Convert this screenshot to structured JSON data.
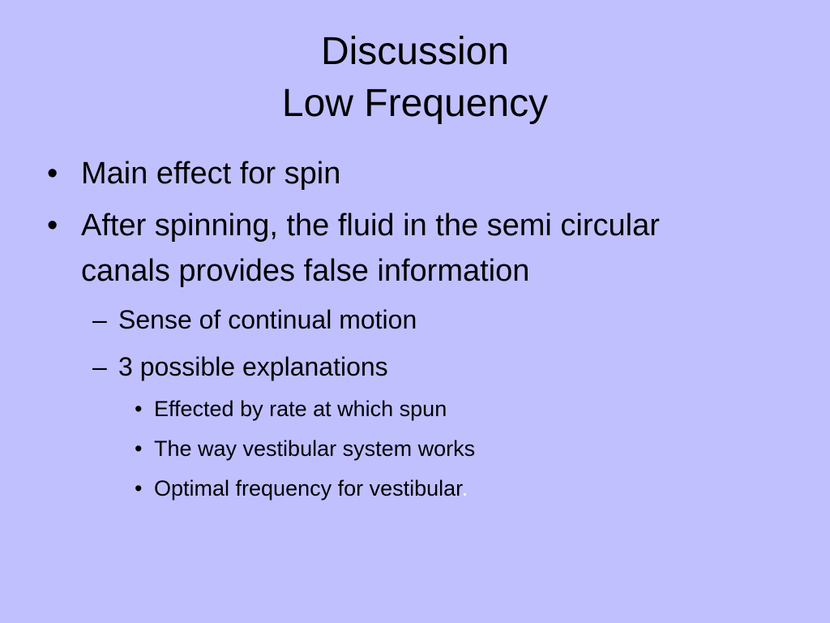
{
  "slide": {
    "title_line1": "Discussion",
    "title_line2": "Low Frequency",
    "bullet_marker": "•",
    "dash_marker": "–",
    "bullets": [
      {
        "text": "Main effect for spin"
      },
      {
        "text_line1": "After spinning, the fluid in the semi circular",
        "text_line2": "canals provides false information"
      }
    ],
    "sub_bullets": [
      {
        "text": "Sense of continual motion"
      },
      {
        "text": "3 possible explanations"
      }
    ],
    "sub_sub_bullets": [
      {
        "text": "Effected by rate at which spun"
      },
      {
        "text": "The way vestibular system works"
      },
      {
        "text": "Optimal frequency for vestibular",
        "trailing": "."
      }
    ]
  },
  "colors": {
    "background": "#c0c0ff",
    "text": "#000000",
    "accent_dot": "#ffffff"
  }
}
